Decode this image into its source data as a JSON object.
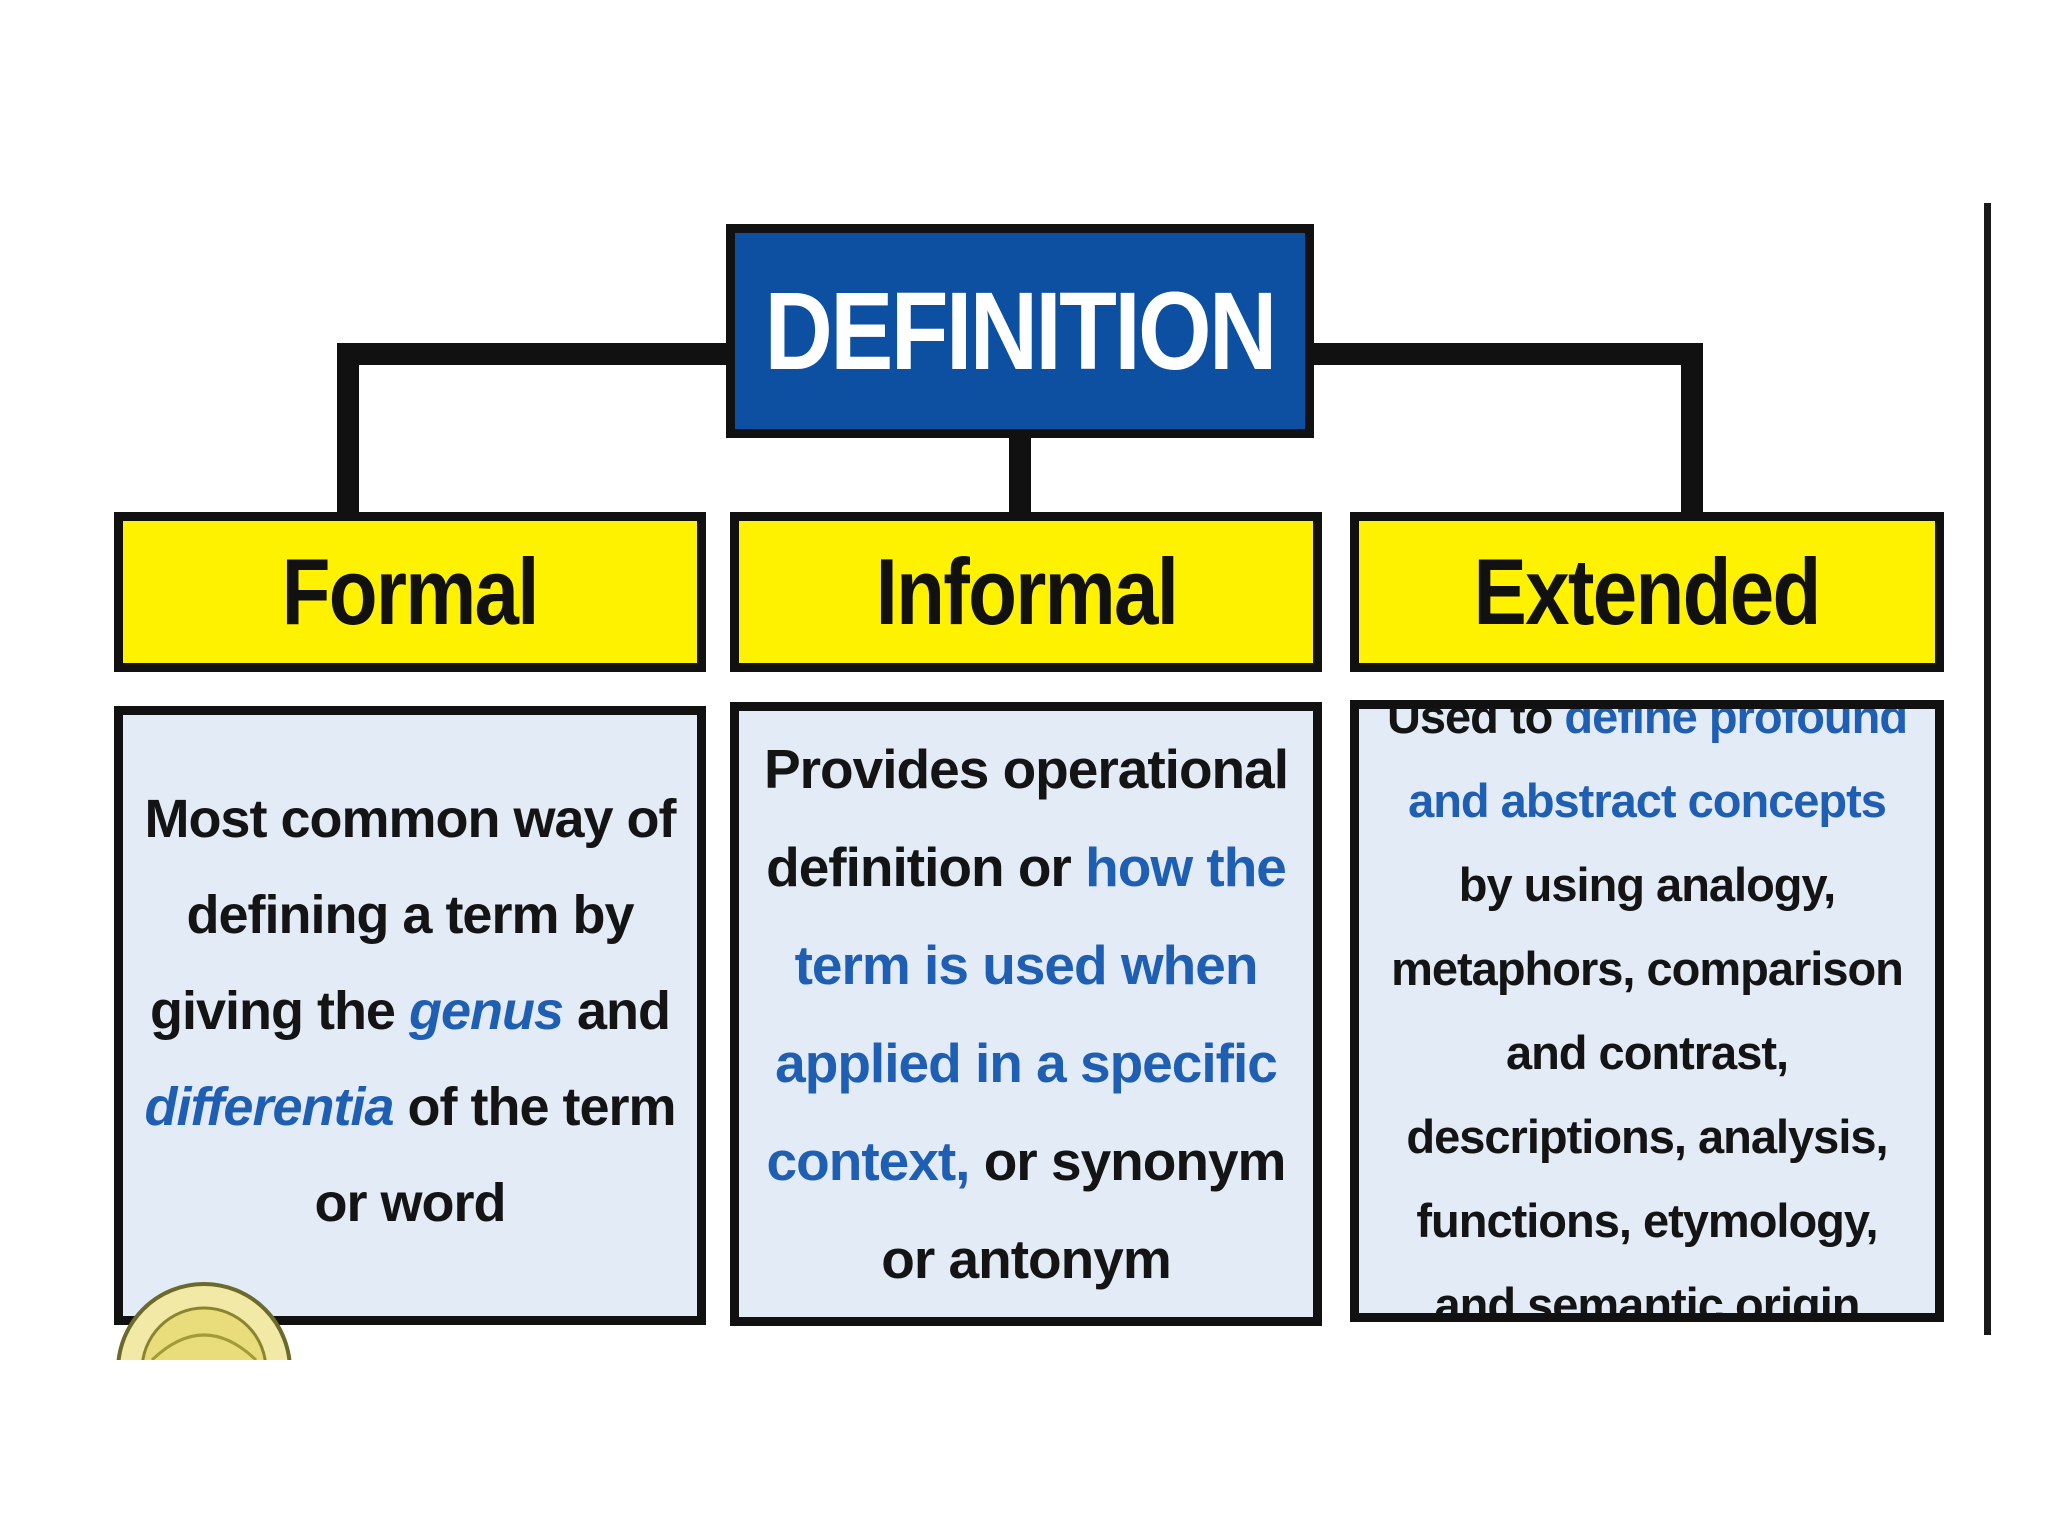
{
  "diagram": {
    "root": {
      "label": "DEFINITION"
    },
    "types": [
      {
        "label": "Formal",
        "description": [
          {
            "text": "Most common way of defining a term by giving the "
          },
          {
            "text": "genus",
            "highlight": true,
            "italic": true
          },
          {
            "text": " and "
          },
          {
            "text": "differentia",
            "highlight": true,
            "italic": true
          },
          {
            "text": " of the term or word"
          }
        ]
      },
      {
        "label": "Informal",
        "description": [
          {
            "text": "Provides operational definition or "
          },
          {
            "text": "how the term is used when applied in a specific context,",
            "highlight": true
          },
          {
            "text": " or synonym or antonym"
          }
        ]
      },
      {
        "label": "Extended",
        "description": [
          {
            "text": "Used to "
          },
          {
            "text": "define profound and abstract concepts",
            "highlight": true
          },
          {
            "text": " by using analogy, metaphors, comparison and contrast, descriptions, analysis, functions, etymology, and semantic origin"
          }
        ]
      }
    ]
  },
  "colors": {
    "root_fill": "#0d4fa1",
    "header_fill": "#fff200",
    "body_fill": "#e3ebf6",
    "highlight_text": "#1f5fb3",
    "border": "#111111"
  },
  "seal_icon": "university-seal-icon"
}
